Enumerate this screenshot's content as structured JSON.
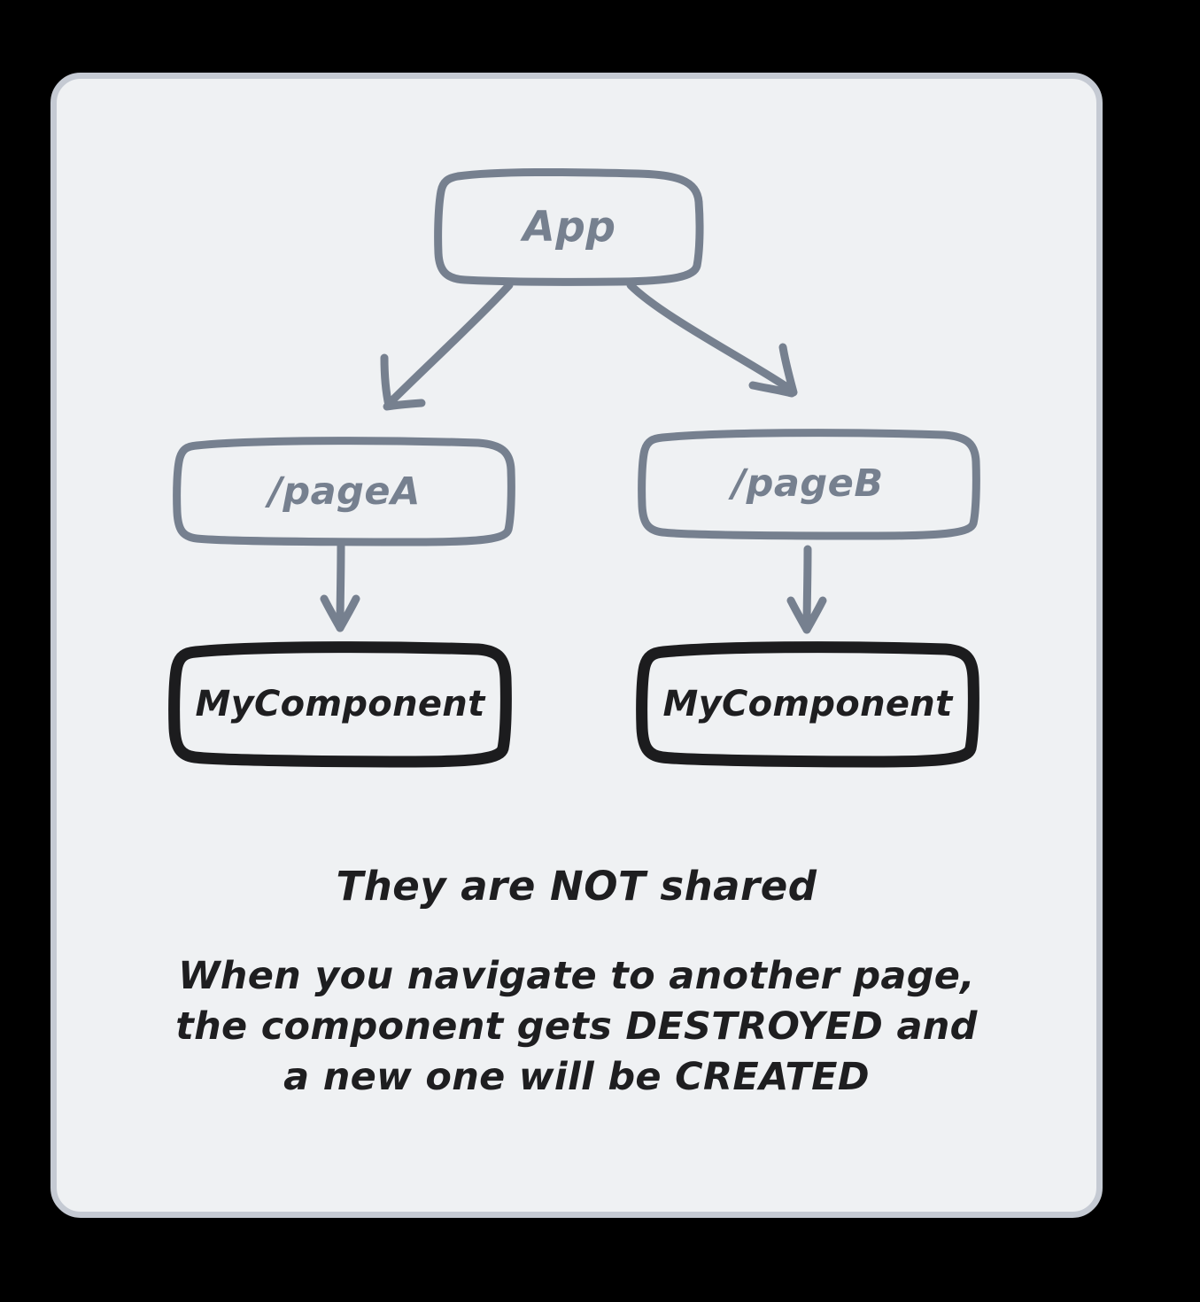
{
  "card": {
    "background": "#eff1f3",
    "border_color": "#c5cad3"
  },
  "palette": {
    "muted_stroke": "#76808f",
    "dark_stroke": "#1c1c1e",
    "text_dark": "#1e1e20",
    "page_background": "#000000"
  },
  "diagram": {
    "type": "tree",
    "nodes": [
      {
        "id": "app",
        "label": "App",
        "style": "muted",
        "level": 0
      },
      {
        "id": "pagea",
        "label": "/pageA",
        "style": "muted",
        "level": 1
      },
      {
        "id": "pageb",
        "label": "/pageB",
        "style": "muted",
        "level": 1
      },
      {
        "id": "compa",
        "label": "MyComponent",
        "style": "dark",
        "level": 2
      },
      {
        "id": "compb",
        "label": "MyComponent",
        "style": "dark",
        "level": 2
      }
    ],
    "edges": [
      {
        "from": "app",
        "to": "pagea",
        "kind": "arrow-diagonal-left"
      },
      {
        "from": "app",
        "to": "pageb",
        "kind": "arrow-diagonal-right"
      },
      {
        "from": "pagea",
        "to": "compa",
        "kind": "arrow-vertical"
      },
      {
        "from": "pageb",
        "to": "compb",
        "kind": "arrow-vertical"
      }
    ]
  },
  "caption": {
    "headline": "They are NOT shared",
    "body_lines": [
      "When you navigate to another page,",
      "the component gets DESTROYED and",
      "a new one will be CREATED"
    ]
  }
}
